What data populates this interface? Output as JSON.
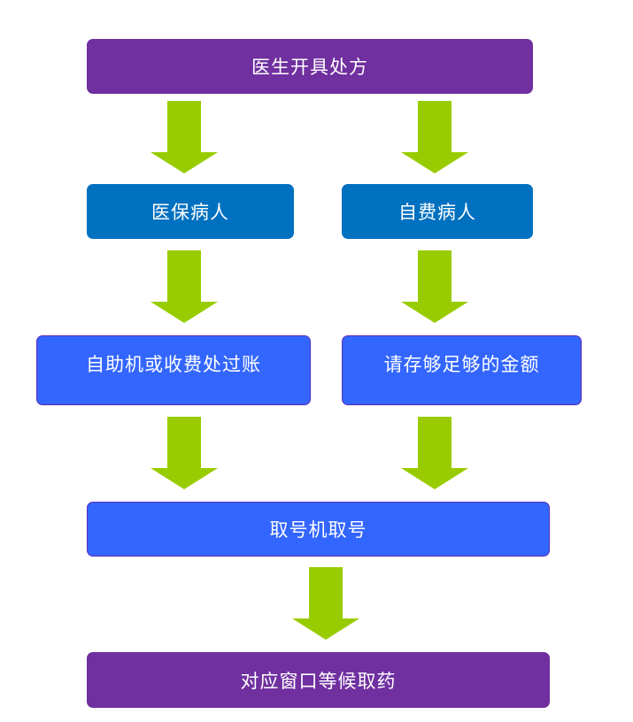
{
  "colors": {
    "purple": "#7030a0",
    "dark_blue": "#0070c0",
    "blue": "#3366ff",
    "arrow_green": "#99cc00",
    "border": "#5b2bb5"
  },
  "nodes": {
    "start": "医生开具处方",
    "insured_patient": "医保病人",
    "self_pay_patient": "自费病人",
    "self_service": "自助机或收费处过账",
    "deposit": "请存够足够的金额",
    "ticket": "取号机取号",
    "end": "对应窗口等候取药"
  }
}
